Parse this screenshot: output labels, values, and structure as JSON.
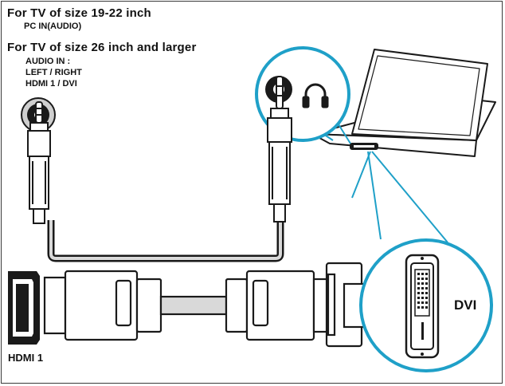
{
  "header": {
    "tv_small_title": "For TV of size 19-22 inch",
    "tv_small_port": "PC IN(AUDIO)",
    "tv_large_title": "For TV of size 26 inch and larger",
    "tv_large_ports": [
      "AUDIO IN :",
      "LEFT / RIGHT",
      "HDMI 1 / DVI"
    ]
  },
  "labels": {
    "hdmi_port": "HDMI 1",
    "dvi_port": "DVI"
  },
  "icons": {
    "audio_jack": "audio-jack-icon",
    "headphone": "headphone-icon",
    "laptop": "laptop-icon"
  },
  "colors": {
    "accent": "#1fa0c8",
    "outline": "#1a1a1a",
    "cable": "#d9d9d9",
    "plug_fill": "#ffffff"
  }
}
